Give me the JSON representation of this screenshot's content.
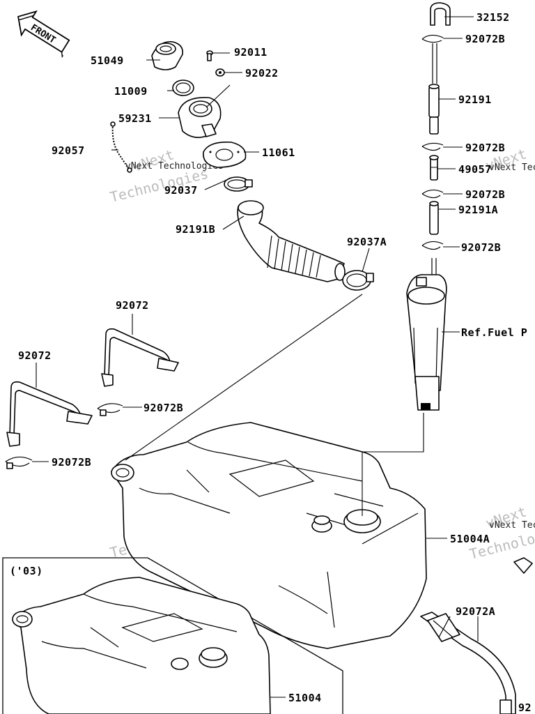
{
  "front_badge": "FRONT",
  "watermark": {
    "line1": "vNext Technologies",
    "line2": "Technologies",
    "brand": "vNext"
  },
  "inset_label": "('03)",
  "parts": [
    {
      "id": "32152",
      "label": "32152"
    },
    {
      "id": "92072B_1",
      "label": "92072B"
    },
    {
      "id": "51049",
      "label": "51049"
    },
    {
      "id": "92011",
      "label": "92011"
    },
    {
      "id": "92022",
      "label": "92022"
    },
    {
      "id": "11009",
      "label": "11009"
    },
    {
      "id": "92191",
      "label": "92191"
    },
    {
      "id": "59231",
      "label": "59231"
    },
    {
      "id": "92057",
      "label": "92057"
    },
    {
      "id": "92072B_2",
      "label": "92072B"
    },
    {
      "id": "11061",
      "label": "11061"
    },
    {
      "id": "49057",
      "label": "49057"
    },
    {
      "id": "92037",
      "label": "92037"
    },
    {
      "id": "92072B_3",
      "label": "92072B"
    },
    {
      "id": "92191A",
      "label": "92191A"
    },
    {
      "id": "92191B",
      "label": "92191B"
    },
    {
      "id": "92037A",
      "label": "92037A"
    },
    {
      "id": "92072B_4",
      "label": "92072B"
    },
    {
      "id": "92072_1",
      "label": "92072"
    },
    {
      "id": "ref_fuel",
      "label": "Ref.Fuel P"
    },
    {
      "id": "92072_2",
      "label": "92072"
    },
    {
      "id": "92072B_5",
      "label": "92072B"
    },
    {
      "id": "92072B_6",
      "label": "92072B"
    },
    {
      "id": "51004A",
      "label": "51004A"
    },
    {
      "id": "92072A",
      "label": "92072A"
    },
    {
      "id": "51004",
      "label": "51004"
    },
    {
      "id": "edge_92",
      "label": "92"
    }
  ]
}
